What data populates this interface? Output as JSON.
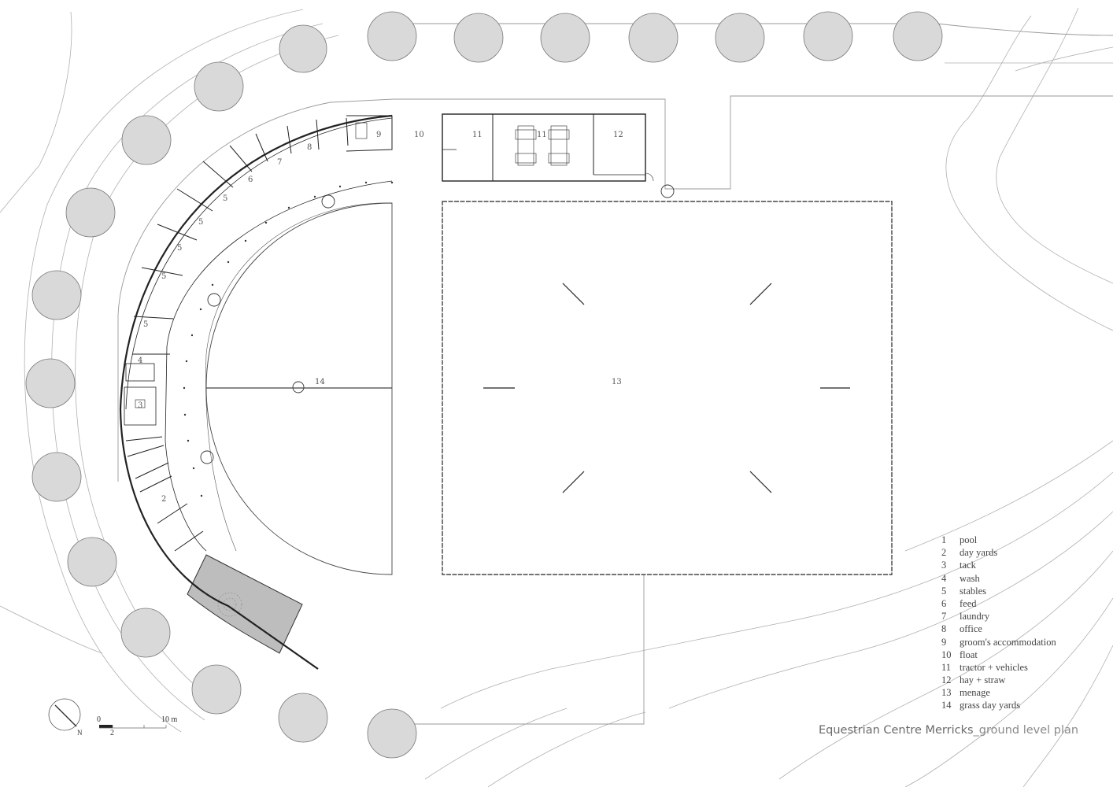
{
  "title": {
    "main": "Equestrian Centre Merricks",
    "sub": "_ground level plan"
  },
  "scale": {
    "zero": "0",
    "two": "2",
    "ten": "10 m"
  },
  "north": "N",
  "rooms": {
    "r2": "2",
    "r3": "3",
    "r4": "4",
    "r5a": "5",
    "r5b": "5",
    "r5c": "5",
    "r5d": "5",
    "r5e": "5",
    "r6": "6",
    "r7": "7",
    "r8": "8",
    "r9": "9",
    "r10": "10",
    "r11a": "11",
    "r11b": "11",
    "r12": "12",
    "r13": "13",
    "r14": "14"
  },
  "legend": [
    {
      "num": "1",
      "label": "pool"
    },
    {
      "num": "2",
      "label": "day yards"
    },
    {
      "num": "3",
      "label": "tack"
    },
    {
      "num": "4",
      "label": "wash"
    },
    {
      "num": "5",
      "label": "stables"
    },
    {
      "num": "6",
      "label": "feed"
    },
    {
      "num": "7",
      "label": "laundry"
    },
    {
      "num": "8",
      "label": "office"
    },
    {
      "num": "9",
      "label": "groom's accommodation"
    },
    {
      "num": "10",
      "label": "float"
    },
    {
      "num": "11",
      "label": "tractor + vehicles"
    },
    {
      "num": "12",
      "label": "hay + straw"
    },
    {
      "num": "13",
      "label": "menage"
    },
    {
      "num": "14",
      "label": "grass day yards"
    }
  ],
  "colors": {
    "line": "#222222",
    "thin": "#9a9a9a",
    "tree": "#d9d9d9",
    "pool": "#bdbdbd"
  }
}
